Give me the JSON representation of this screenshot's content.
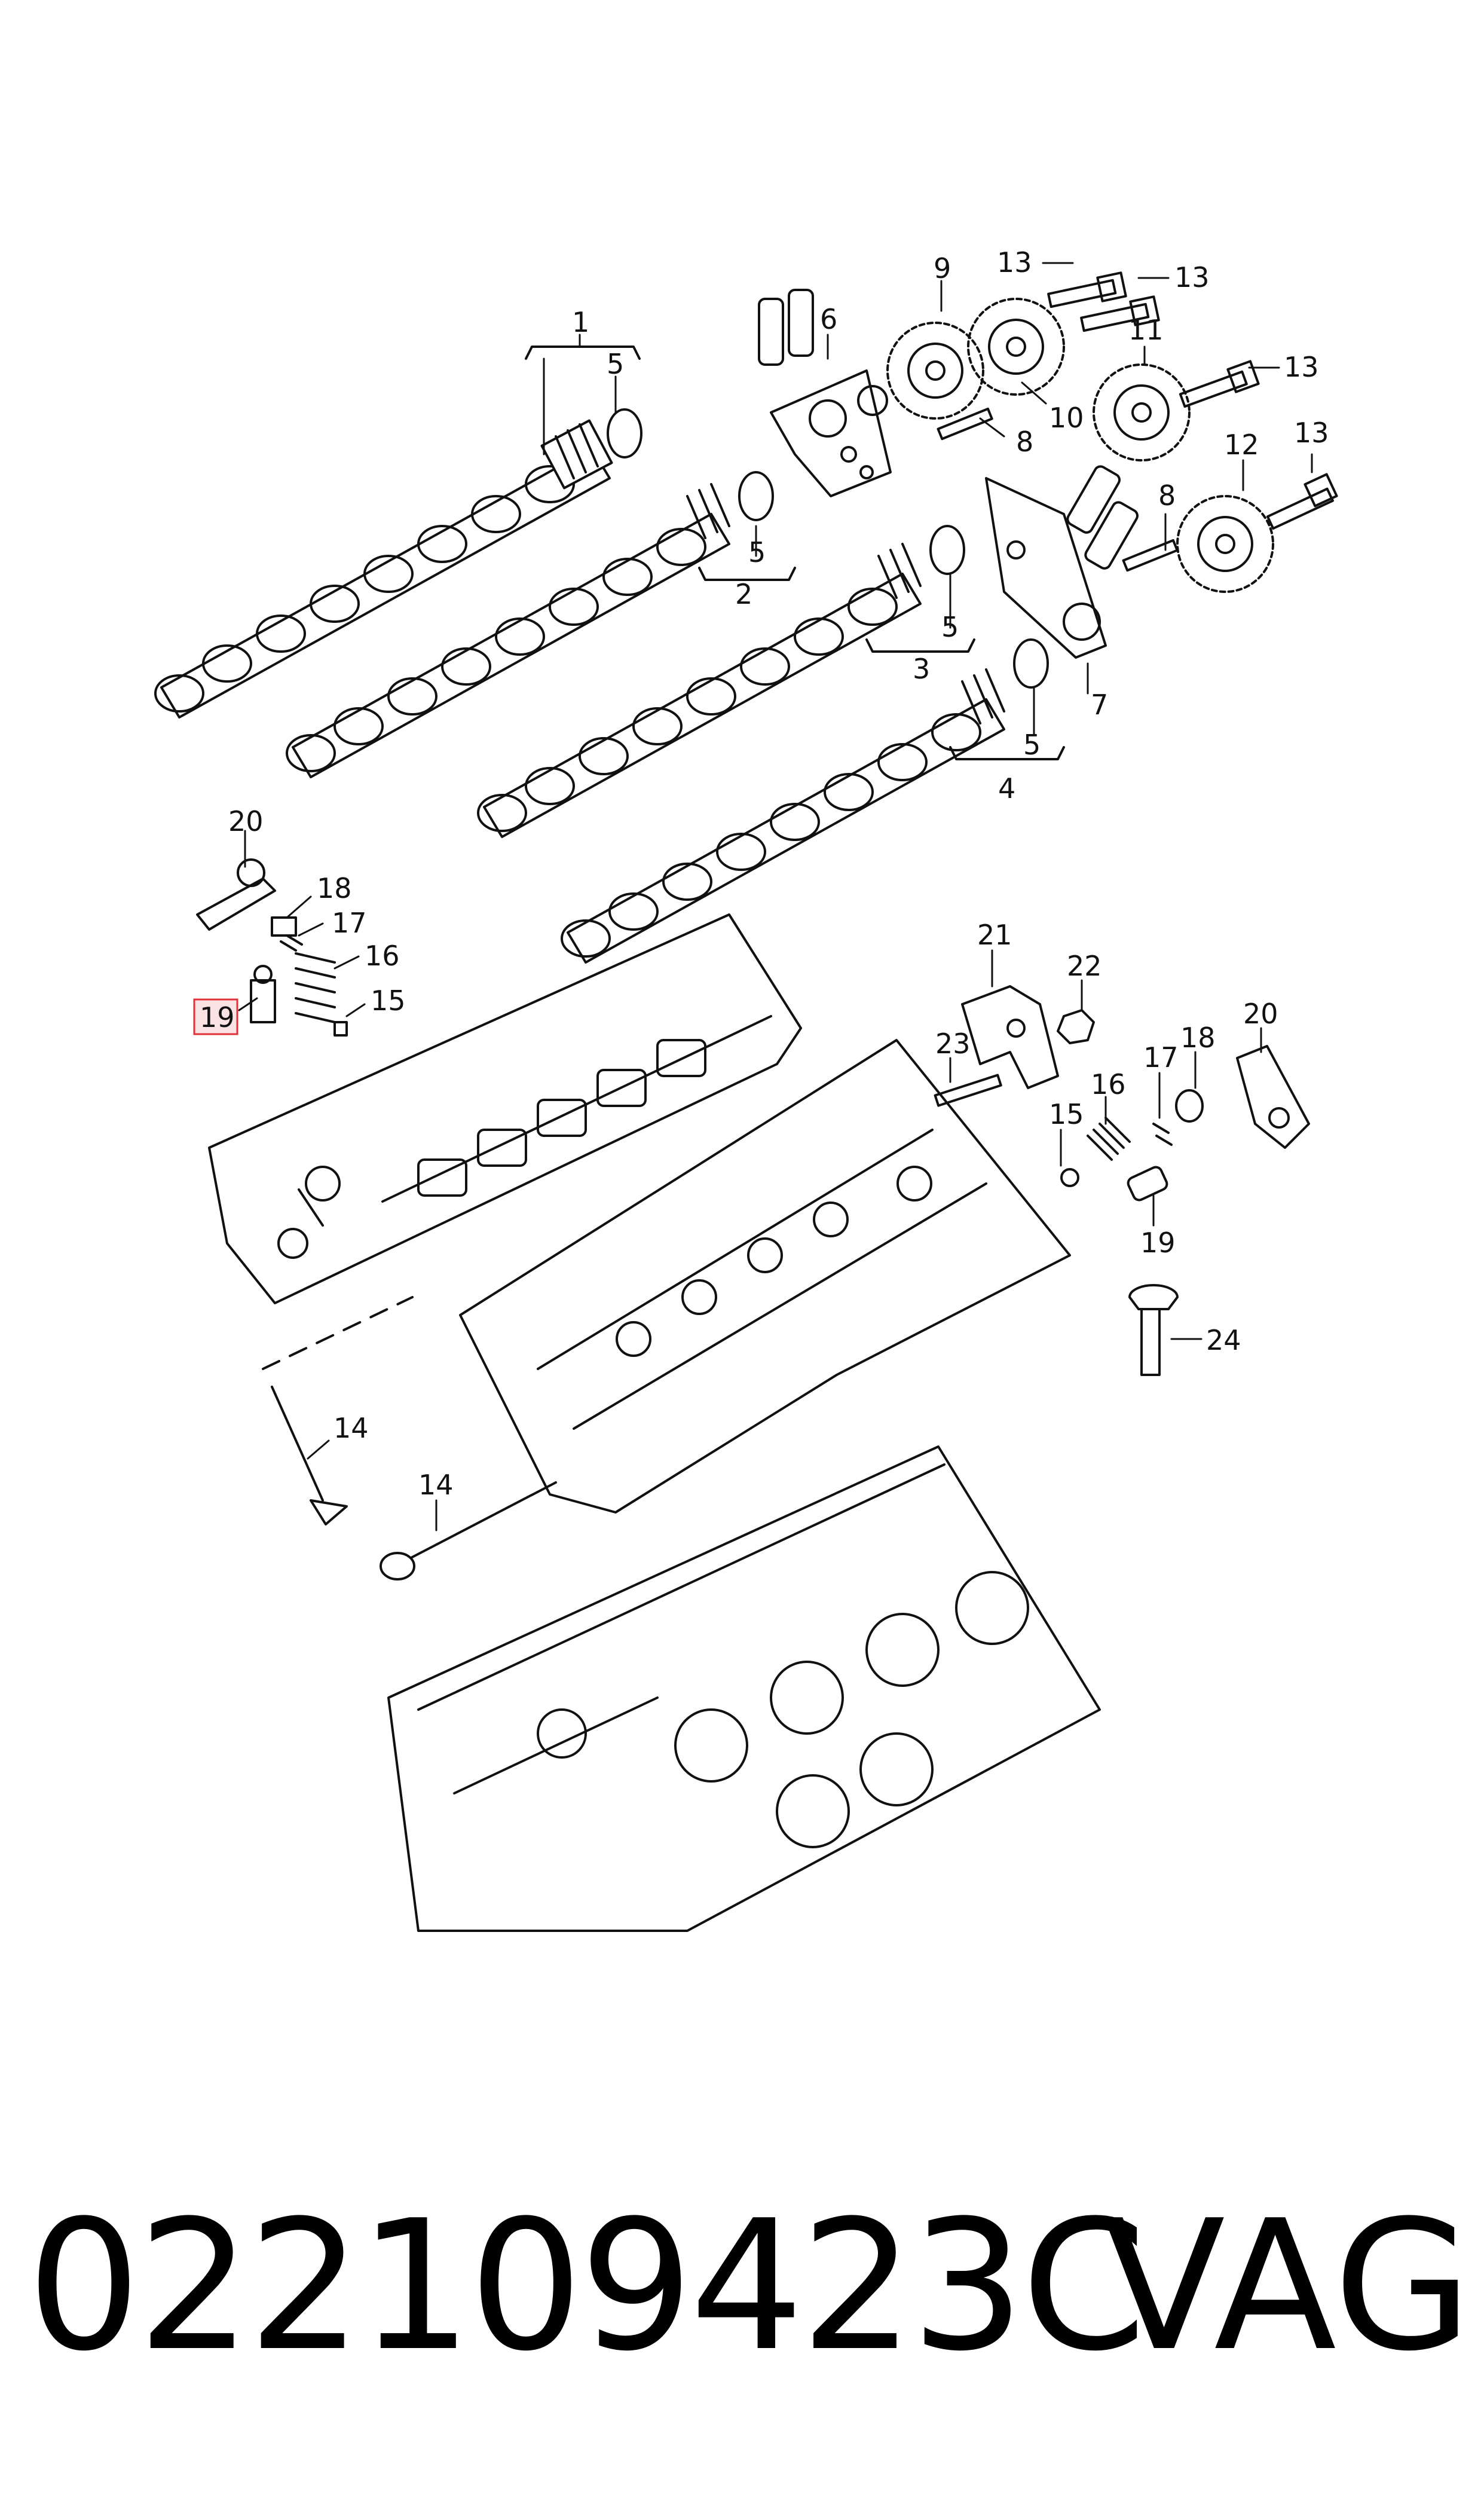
{
  "callouts": {
    "c1": "1",
    "c2": "2",
    "c3": "3",
    "c4": "4",
    "c5a": "5",
    "c5b": "5",
    "c5c": "5",
    "c5d": "5",
    "c6": "6",
    "c7": "7",
    "c8a": "8",
    "c8b": "8",
    "c9": "9",
    "c10": "10",
    "c11": "11",
    "c12": "12",
    "c13a": "13",
    "c13b": "13",
    "c13c": "13",
    "c13d": "13",
    "c14a": "14",
    "c14b": "14",
    "c15a": "15",
    "c15b": "15",
    "c16a": "16",
    "c16b": "16",
    "c17a": "17",
    "c17b": "17",
    "c18a": "18",
    "c18b": "18",
    "c19a": "19",
    "c19b": "19",
    "c20a": "20",
    "c20b": "20",
    "c21": "21",
    "c22": "22",
    "c23": "23",
    "c24": "24"
  },
  "highlight": {
    "color": "#e0303a",
    "fill": "#fbe3e4",
    "callout": "19"
  },
  "footer": {
    "part_number": "022109423C",
    "brand": "VAG"
  }
}
